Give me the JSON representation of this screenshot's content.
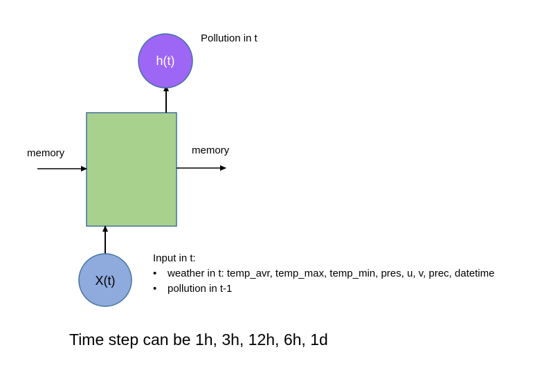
{
  "diagram": {
    "output_node": {
      "label": "h(t)",
      "fill": "#9e66f5"
    },
    "output_label": "Pollution in t",
    "input_node": {
      "label": "X(t)",
      "fill": "#8faadc"
    },
    "cell_fill": "#a9d18e",
    "memory_in_label": "memory",
    "memory_out_label": "memory",
    "input_description": {
      "heading": "Input in t:",
      "items": [
        "weather in t: temp_avr, temp_max, temp_min, pres, u, v, prec, datetime",
        "pollution in t-1"
      ]
    },
    "footer": "Time step can be 1h, 3h, 12h, 6h, 1d"
  }
}
